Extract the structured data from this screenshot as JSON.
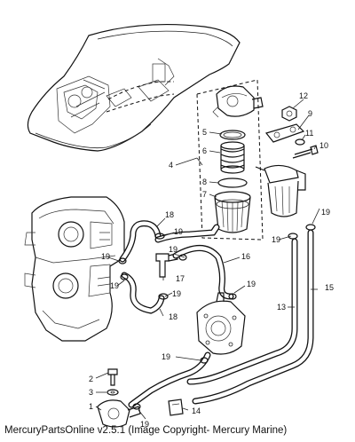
{
  "caption": "MercuryPartsOnline v2.5.1 (Image Copyright- Mercury Marine)",
  "callouts": [
    "1",
    "2",
    "3",
    "4",
    "5",
    "6",
    "7",
    "8",
    "9",
    "10",
    "11",
    "12",
    "13",
    "14",
    "15",
    "16",
    "17",
    "18",
    "18",
    "19",
    "19",
    "19",
    "19",
    "19",
    "19",
    "19",
    "19",
    "19",
    "19"
  ]
}
